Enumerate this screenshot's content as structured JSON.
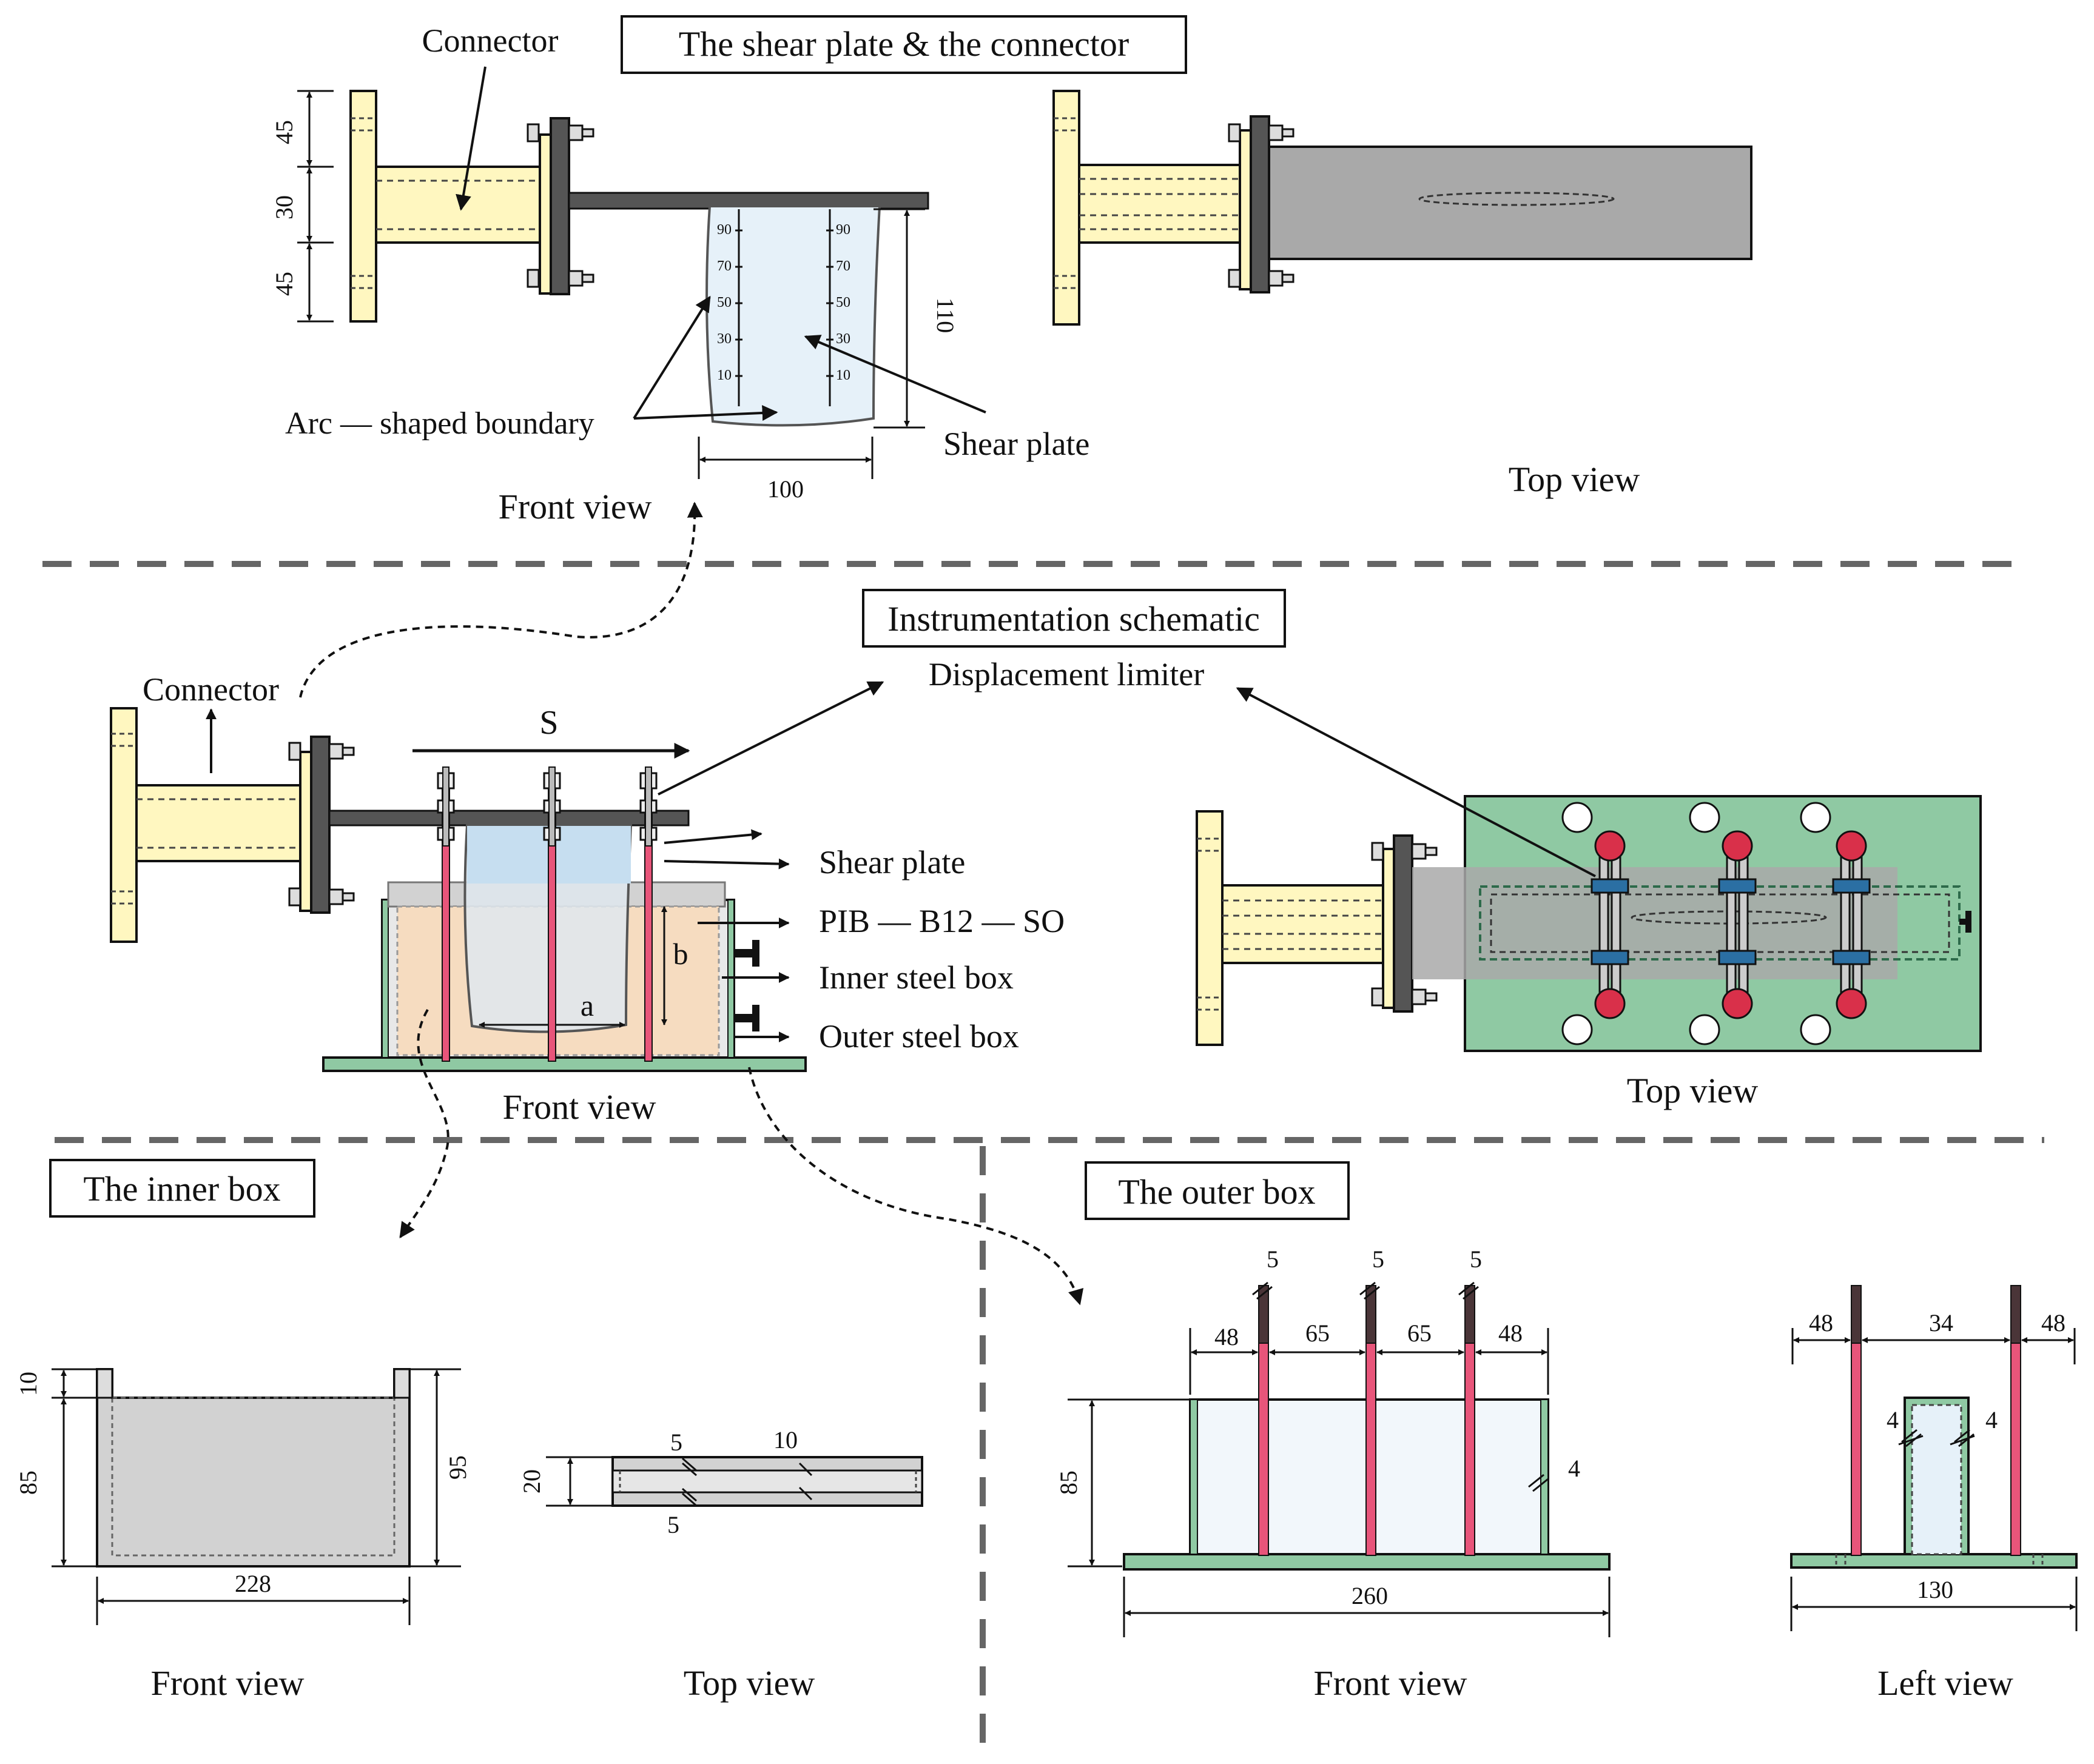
{
  "top": {
    "title": "The shear plate & the connector",
    "connector_label": "Connector",
    "dim_45a": "45",
    "dim_30": "30",
    "dim_45b": "45",
    "dim_110": "110",
    "dim_100": "100",
    "arc_label": "Arc — shaped boundary",
    "shear_plate_label": "Shear plate",
    "front_view": "Front view",
    "top_view": "Top view",
    "scale_labels": [
      "90",
      "70",
      "50",
      "30",
      "10"
    ]
  },
  "middle": {
    "title": "Instrumentation schematic",
    "connector_label": "Connector",
    "displacement_limiter": "Displacement limiter",
    "s_label": "S",
    "shear_plate_label": "Shear plate",
    "pib_label": "PIB — B12 — SO",
    "inner_steel_box": "Inner steel box",
    "outer_steel_box": "Outer steel box",
    "a_label": "a",
    "b_label": "b",
    "front_view": "Front view",
    "top_view": "Top view"
  },
  "inner_box": {
    "title": "The inner box",
    "dim_10": "10",
    "dim_85": "85",
    "dim_95": "95",
    "dim_228": "228",
    "dim_5a": "5",
    "dim_10b": "10",
    "dim_20": "20",
    "dim_5b": "5",
    "front_view": "Front view",
    "top_view": "Top view"
  },
  "outer_box": {
    "title": "The outer box",
    "dim_5_1": "5",
    "dim_5_2": "5",
    "dim_5_3": "5",
    "dim_48a": "48",
    "dim_65a": "65",
    "dim_65b": "65",
    "dim_48b": "48",
    "dim_85": "85",
    "dim_4": "4",
    "dim_260": "260",
    "left_48a": "48",
    "left_34": "34",
    "left_48b": "48",
    "left_4a": "4",
    "left_4b": "4",
    "left_130": "130",
    "front_view": "Front view",
    "left_view": "Left view"
  },
  "colors": {
    "flange": "#fff7c0",
    "plate_dark": "#555555",
    "shear_plate": "#e6f1f9",
    "steel_gray": "#a9a9a9",
    "green": "#8fc9a3",
    "pink": "#e8557a",
    "red_dot": "#d9304a",
    "blue_clamp": "#2b6fa3",
    "inner_fill": "#d2d2d2",
    "orange_fill": "#f6dcc0"
  }
}
